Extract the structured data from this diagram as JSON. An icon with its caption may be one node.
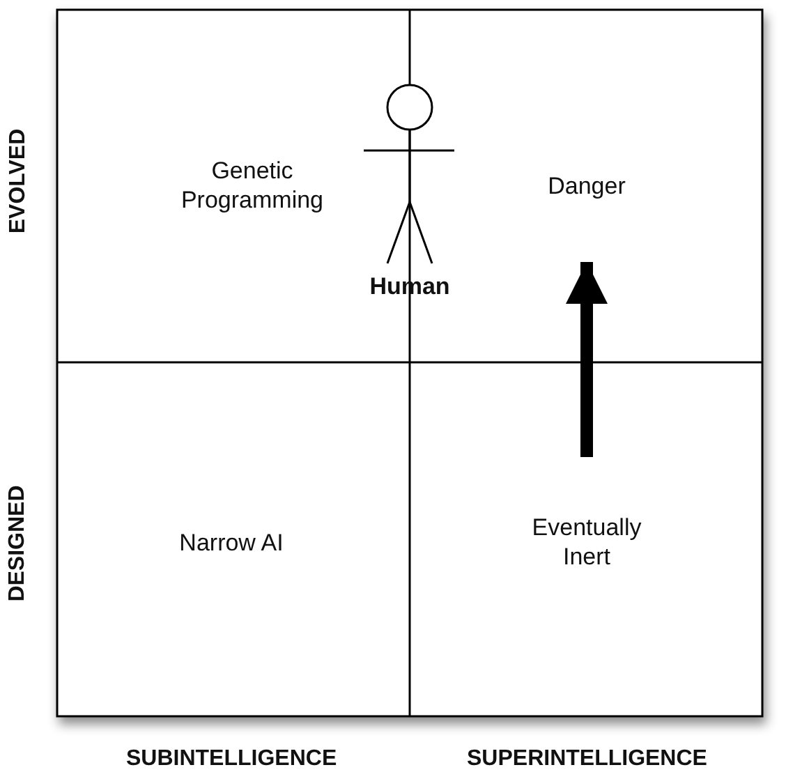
{
  "diagram": {
    "nodes": [
      {
        "text": [
          "Genetic Programming"
        ]
      },
      {
        "text": [
          "Human"
        ]
      },
      {
        "text": [
          "Danger"
        ]
      },
      {
        "text": [
          "Narrow AI"
        ]
      },
      {
        "text": [
          "Eventually Inert"
        ]
      }
    ],
    "edges": [
      {
        "from": 4,
        "to": 2,
        "arrow": "to"
      }
    ],
    "labels": [
      "EVOLVED",
      "DESIGNED",
      "SUBINTELLIGENCE",
      "SUPERINTELLIGENCE"
    ]
  }
}
